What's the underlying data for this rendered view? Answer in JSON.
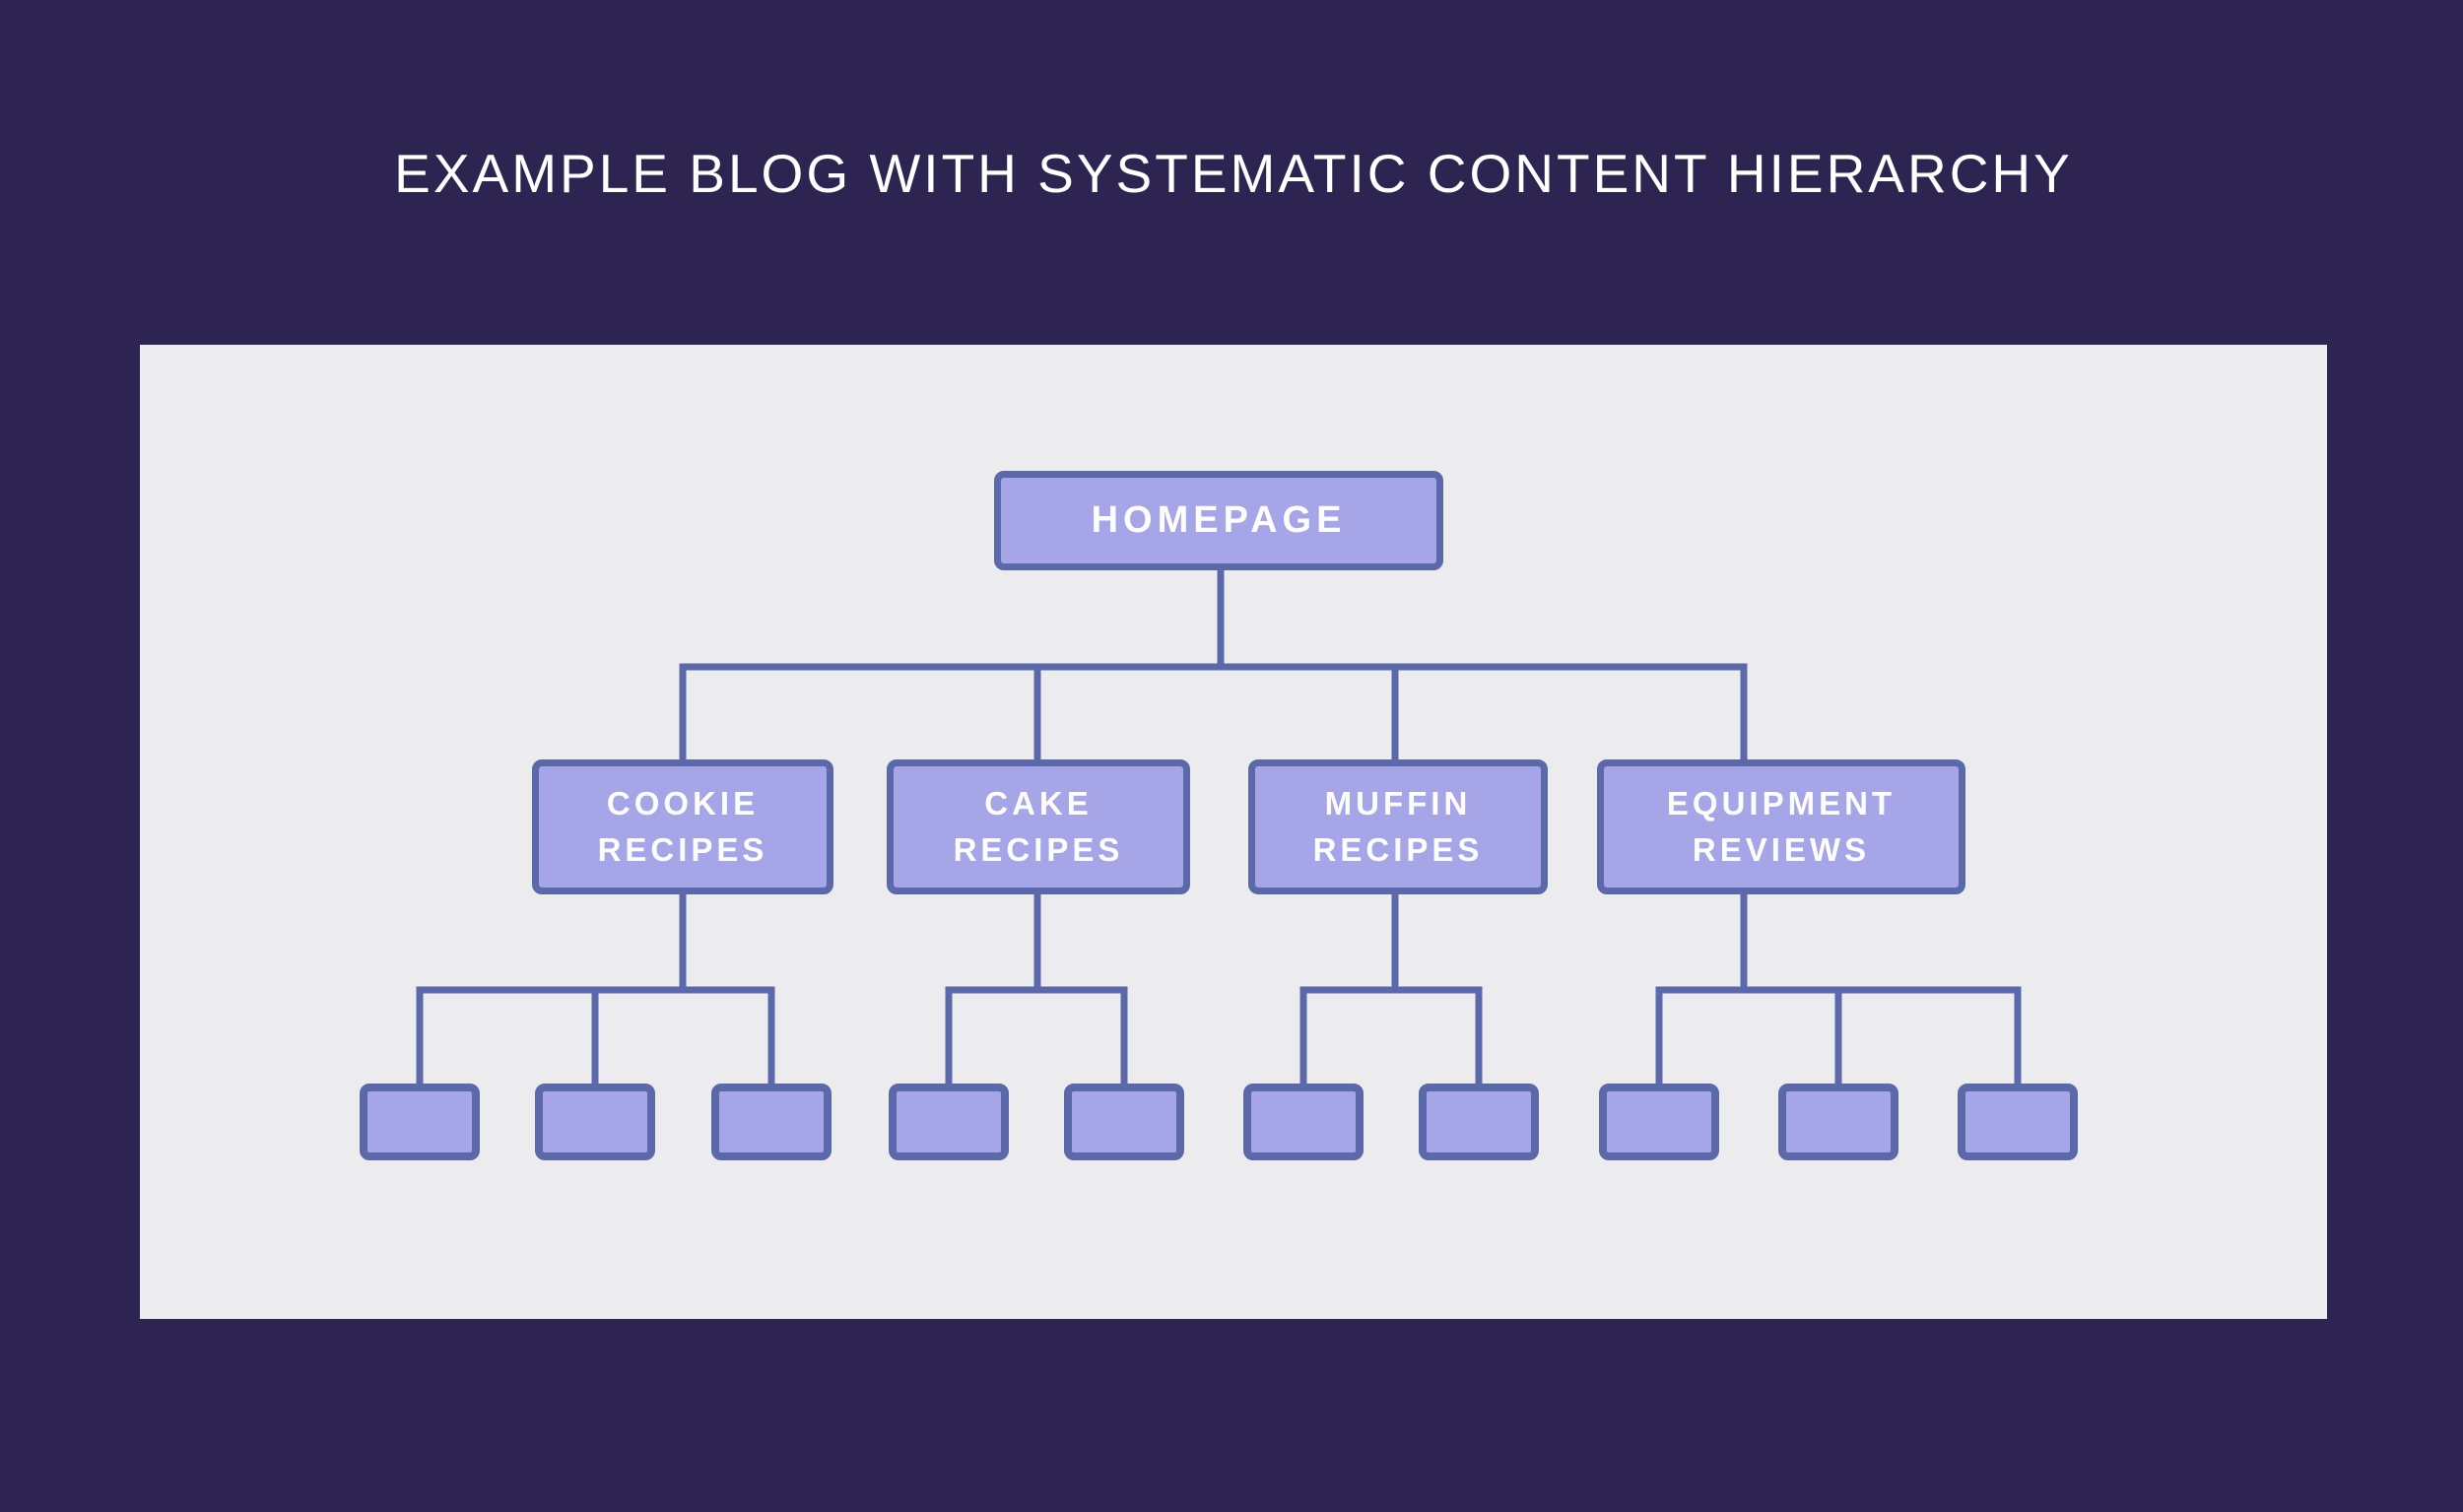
{
  "title": "EXAMPLE BLOG WITH SYSTEMATIC CONTENT HIERARCHY",
  "palette": {
    "page_bg": "#2d2452",
    "panel_bg": "#ececee",
    "node_fill": "#a6a5e8",
    "node_border": "#5b69ab",
    "connector": "#5b69ab",
    "node_text": "#fdfdfe",
    "title_text": "#ffffff"
  },
  "diagram": {
    "root": {
      "label": "HOMEPAGE"
    },
    "level2": [
      {
        "label": "COOKIE RECIPES",
        "children": 3
      },
      {
        "label": "CAKE RECIPES",
        "children": 2
      },
      {
        "label": "MUFFIN RECIPES",
        "children": 2
      },
      {
        "label": "EQUIPMENT REVIEWS",
        "children": 3
      }
    ]
  }
}
